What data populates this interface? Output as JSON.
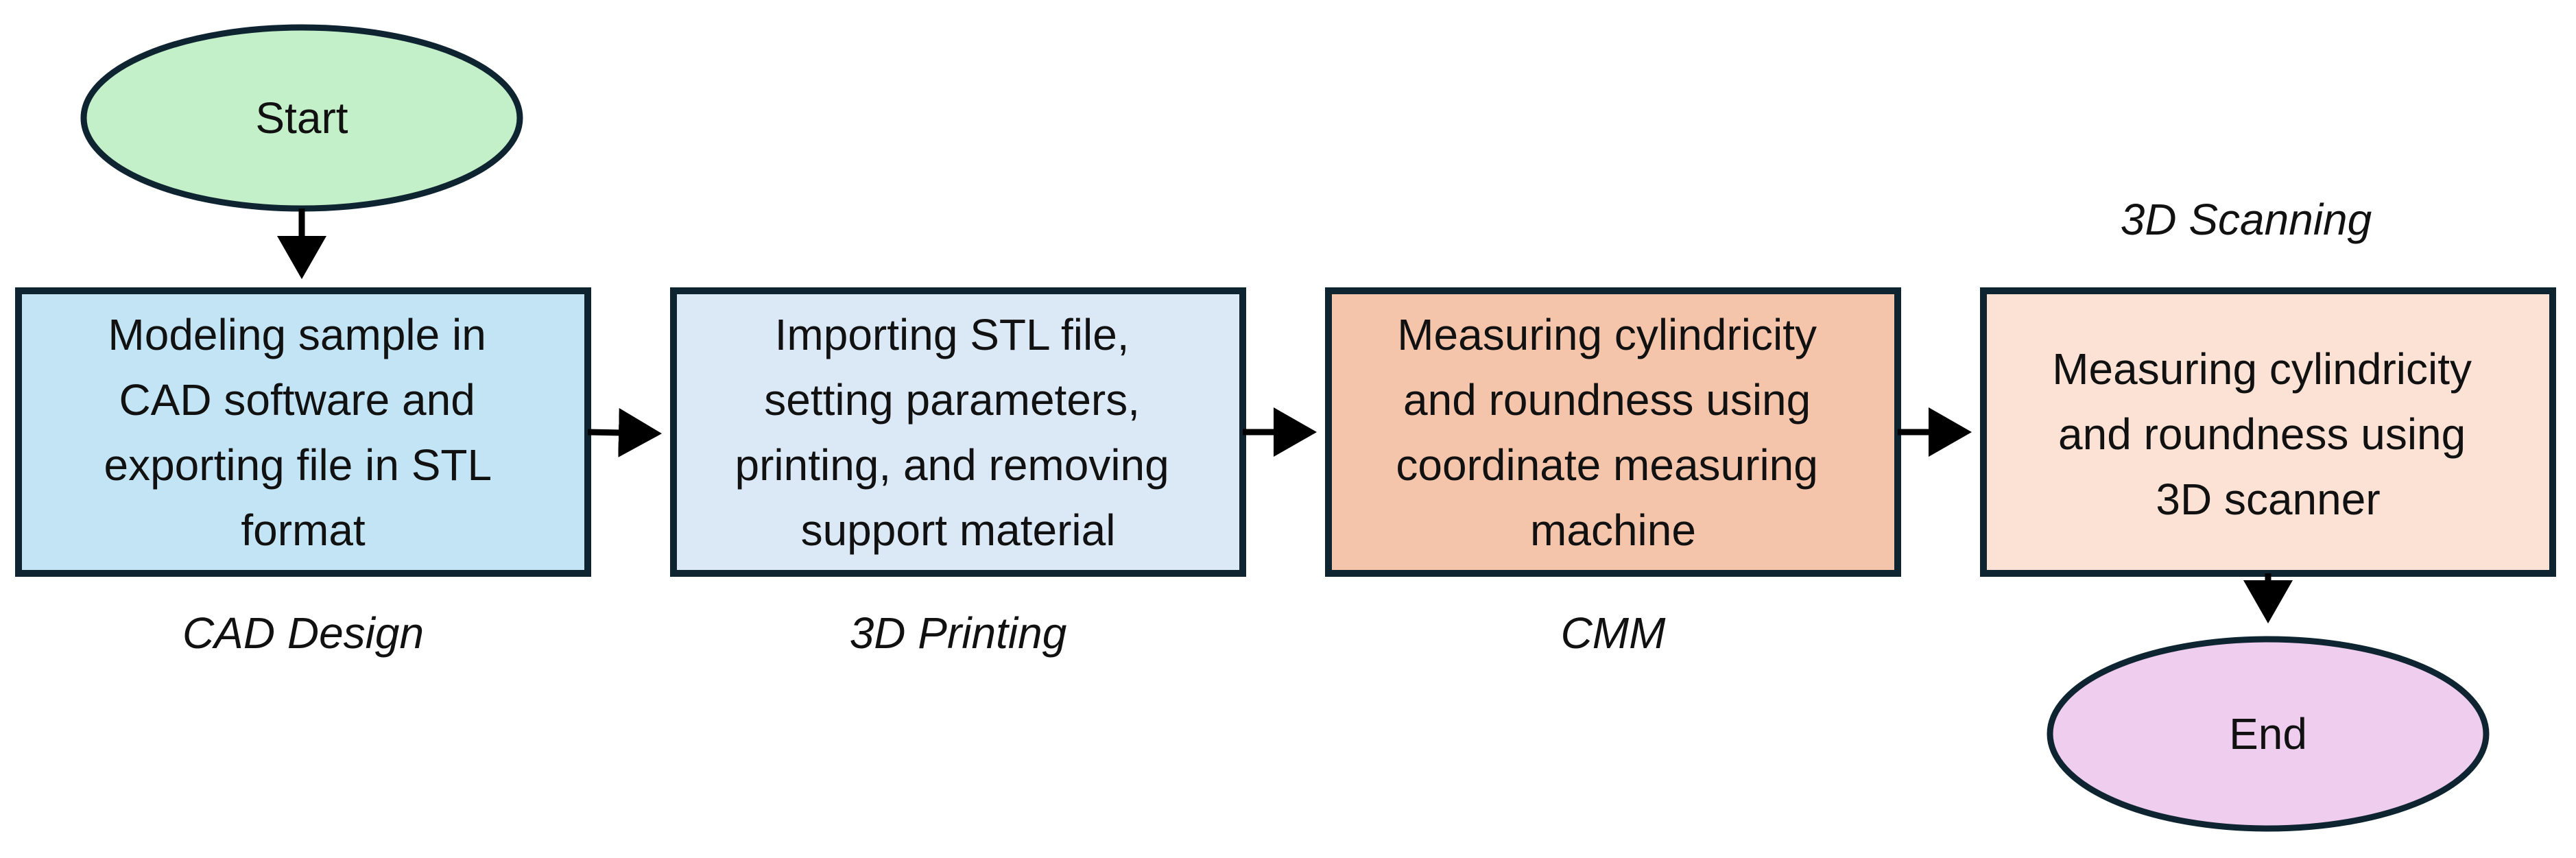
{
  "colors": {
    "start_fill": "#c3f0c9",
    "end_fill": "#efcdee",
    "cad_fill": "#c2e4f4",
    "printing_fill": "#dbe8f6",
    "cmm_fill": "#f4c4ab",
    "scanning_fill": "#fbe2d4",
    "outline": "#0f2431",
    "arrow": "#000000"
  },
  "nodes": {
    "start": {
      "label": "Start"
    },
    "end": {
      "label": "End"
    },
    "cad": {
      "lines": [
        "Modeling sample in",
        "CAD software and",
        "exporting file in STL",
        "format"
      ],
      "caption": "CAD Design"
    },
    "printing": {
      "lines": [
        "Importing STL file,",
        "setting parameters,",
        "printing, and removing",
        "support material"
      ],
      "caption": "3D Printing"
    },
    "cmm": {
      "lines": [
        "Measuring cylindricity",
        "and roundness using",
        "coordinate measuring",
        "machine"
      ],
      "caption": "CMM"
    },
    "scanning": {
      "lines": [
        "Measuring cylindricity",
        "and roundness using",
        "3D scanner"
      ],
      "caption": "3D Scanning"
    }
  }
}
